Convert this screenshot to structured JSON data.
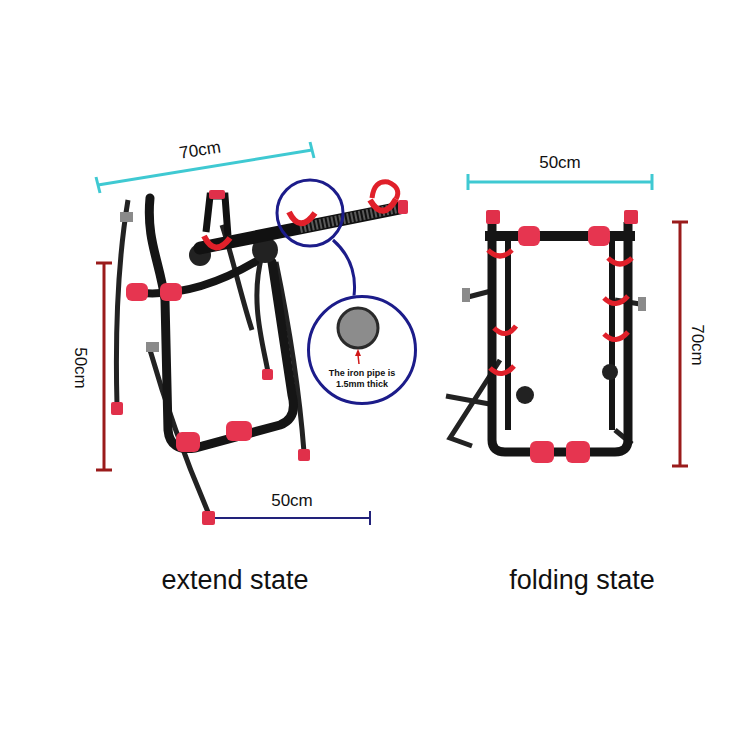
{
  "diagram": {
    "nodes": [
      {
        "text": [
          "The iron pipe is 1.5mm thick"
        ]
      }
    ],
    "labels": [
      "70cm",
      "50cm",
      "50cm",
      "extend state",
      "50cm",
      "70cm",
      "folding state"
    ]
  }
}
